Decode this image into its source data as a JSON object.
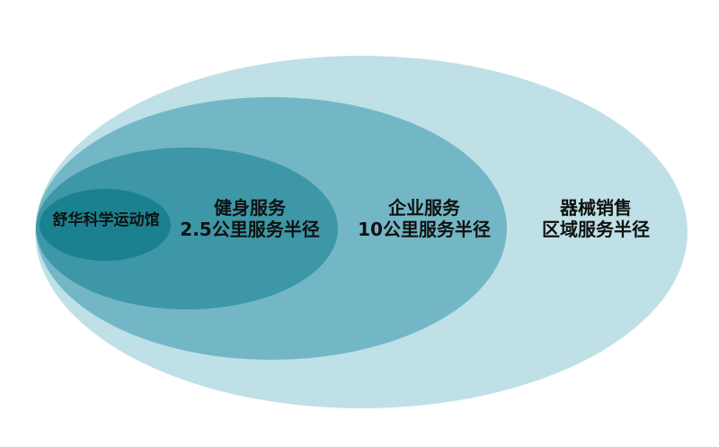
{
  "colors": {
    "background": "#ffffff",
    "ring_outer": "#bfe0e6",
    "ring_third": "#73b7c6",
    "ring_second": "#3d97a7",
    "ring_core": "#1b8190",
    "text": "#111111"
  },
  "diagram": {
    "core": {
      "label": "舒华科学运动馆"
    },
    "fitness": {
      "line1": "健身服务",
      "line2": "2.5公里服务半径"
    },
    "enterprise": {
      "line1": "企业服务",
      "line2": "10公里服务半径"
    },
    "equipment": {
      "line1": "器械销售",
      "line2": "区域服务半径"
    }
  }
}
